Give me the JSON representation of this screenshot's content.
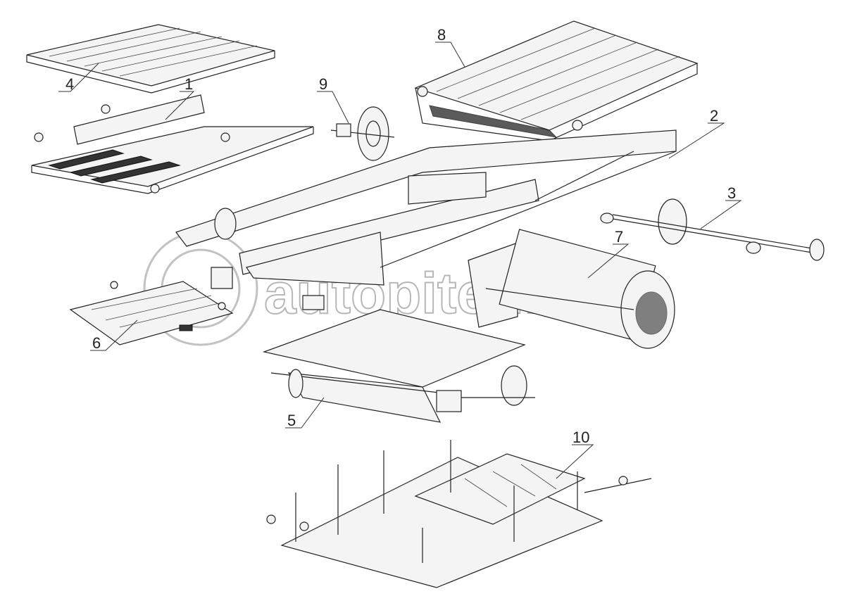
{
  "diagram": {
    "type": "exploded-parts-view",
    "watermark": "autopiter.ru",
    "callouts": [
      {
        "id": "1",
        "label": "1"
      },
      {
        "id": "2",
        "label": "2"
      },
      {
        "id": "3",
        "label": "3"
      },
      {
        "id": "4",
        "label": "4"
      },
      {
        "id": "5",
        "label": "5"
      },
      {
        "id": "6",
        "label": "6"
      },
      {
        "id": "7",
        "label": "7"
      },
      {
        "id": "8",
        "label": "8"
      },
      {
        "id": "9",
        "label": "9"
      },
      {
        "id": "10",
        "label": "10"
      }
    ]
  }
}
